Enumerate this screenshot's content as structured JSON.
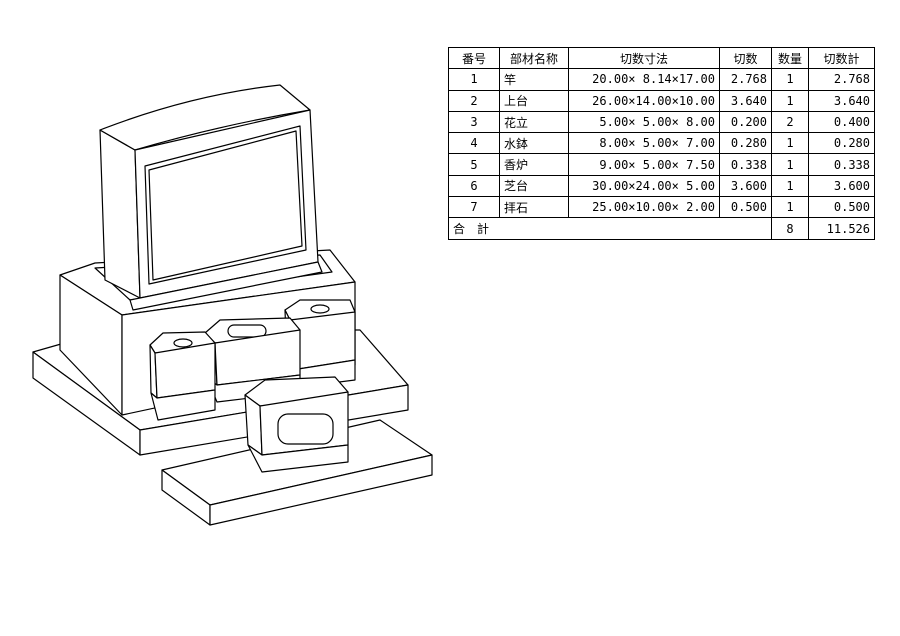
{
  "table": {
    "headers": [
      "番号",
      "部材名称",
      "切数寸法",
      "切数",
      "数量",
      "切数計"
    ],
    "rows": [
      {
        "no": "1",
        "name": "竿",
        "dims": "20.00× 8.14×17.00",
        "kiri": "2.768",
        "qty": "1",
        "total": "2.768"
      },
      {
        "no": "2",
        "name": "上台",
        "dims": "26.00×14.00×10.00",
        "kiri": "3.640",
        "qty": "1",
        "total": "3.640"
      },
      {
        "no": "3",
        "name": "花立",
        "dims": " 5.00× 5.00× 8.00",
        "kiri": "0.200",
        "qty": "2",
        "total": "0.400"
      },
      {
        "no": "4",
        "name": "水鉢",
        "dims": " 8.00× 5.00× 7.00",
        "kiri": "0.280",
        "qty": "1",
        "total": "0.280"
      },
      {
        "no": "5",
        "name": "香炉",
        "dims": " 9.00× 5.00× 7.50",
        "kiri": "0.338",
        "qty": "1",
        "total": "0.338"
      },
      {
        "no": "6",
        "name": "芝台",
        "dims": "30.00×24.00× 5.00",
        "kiri": "3.600",
        "qty": "1",
        "total": "3.600"
      },
      {
        "no": "7",
        "name": "拝石",
        "dims": "25.00×10.00× 2.00",
        "kiri": "0.500",
        "qty": "1",
        "total": "0.500"
      }
    ],
    "footer": {
      "label": "合　計",
      "qty": "8",
      "total": "11.526"
    }
  }
}
